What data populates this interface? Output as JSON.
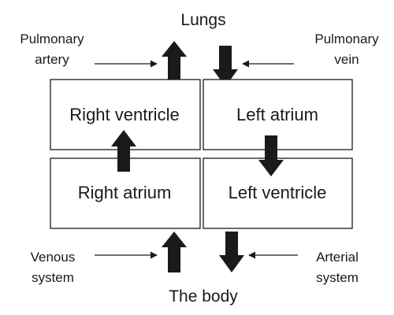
{
  "labels": {
    "top": "Lungs",
    "bottom": "The body",
    "pulmonary_artery_line1": "Pulmonary",
    "pulmonary_artery_line2": "artery",
    "pulmonary_vein_line1": "Pulmonary",
    "pulmonary_vein_line2": "vein",
    "venous_line1": "Venous",
    "venous_line2": "system",
    "arterial_line1": "Arterial",
    "arterial_line2": "system"
  },
  "chambers": {
    "right_ventricle": "Right ventricle",
    "left_atrium": "Left atrium",
    "right_atrium": "Right atrium",
    "left_ventricle": "Left ventricle"
  },
  "colors": {
    "ink": "#1a1a1a",
    "background": "#ffffff"
  }
}
